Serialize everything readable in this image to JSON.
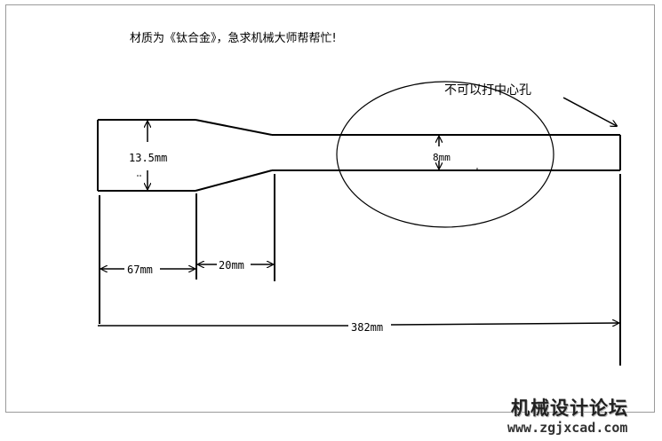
{
  "title_note": "材质为《钛合金》，急求机械大师帮帮忙!",
  "callout": "不可以打中心孔",
  "dimensions": {
    "diameter_large": "13.5mm",
    "diameter_small": "8mm",
    "length_large": "67mm",
    "length_taper": "20mm",
    "length_total": "382mm"
  },
  "watermark": {
    "name": "机械设计论坛",
    "url": "www.zgjxcad.com"
  }
}
